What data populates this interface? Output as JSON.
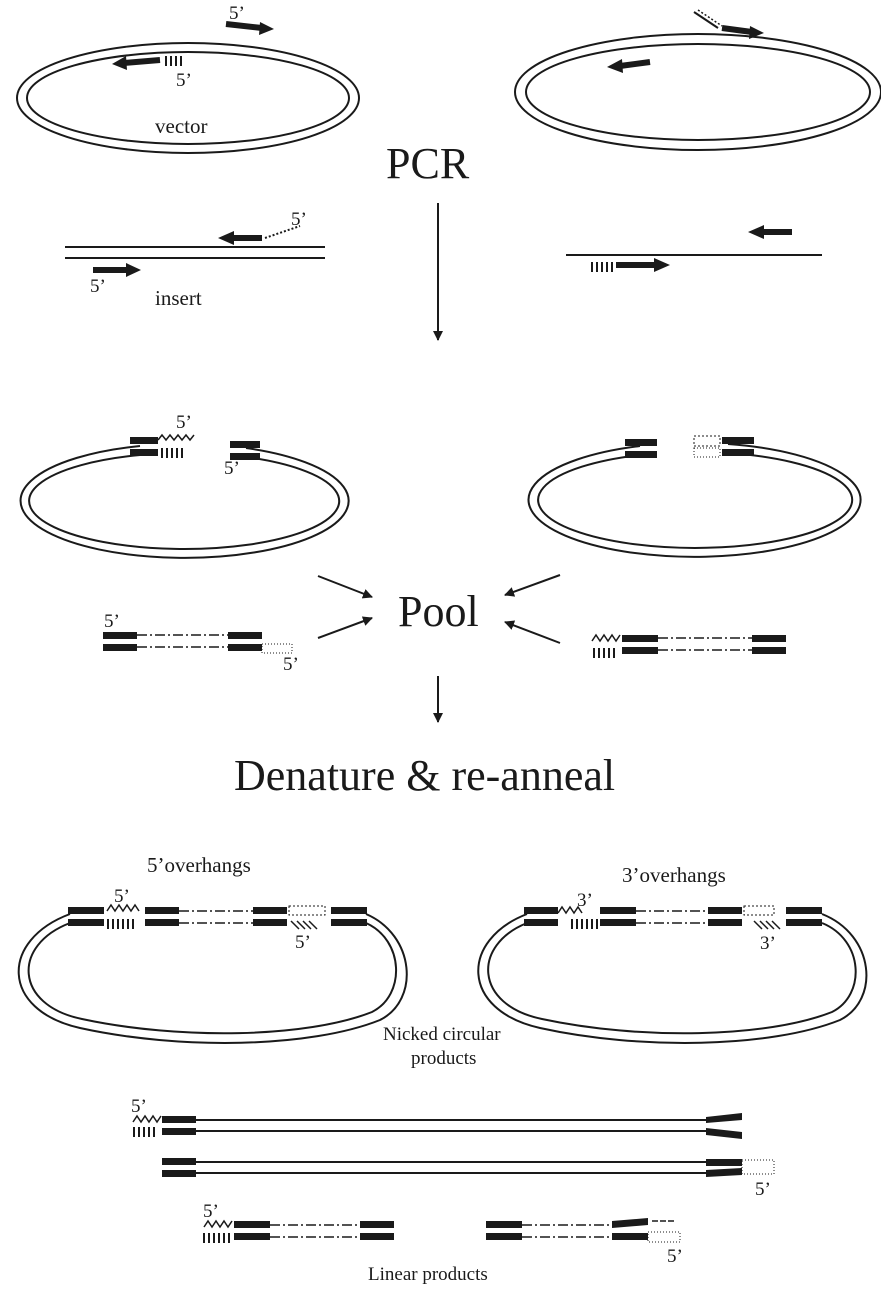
{
  "labels": {
    "five_prime": "5’",
    "three_prime": "3’",
    "vector": "vector",
    "insert": "insert",
    "pcr": "PCR",
    "pool": "Pool",
    "denature": "Denature & re-anneal",
    "overhangs_5": "5’overhangs",
    "overhangs_3": "3’overhangs",
    "nicked_line1": "Nicked circular",
    "nicked_line2": "products",
    "linear": "Linear products"
  },
  "colors": {
    "ink": "#1a1a1a",
    "background": "#ffffff"
  }
}
